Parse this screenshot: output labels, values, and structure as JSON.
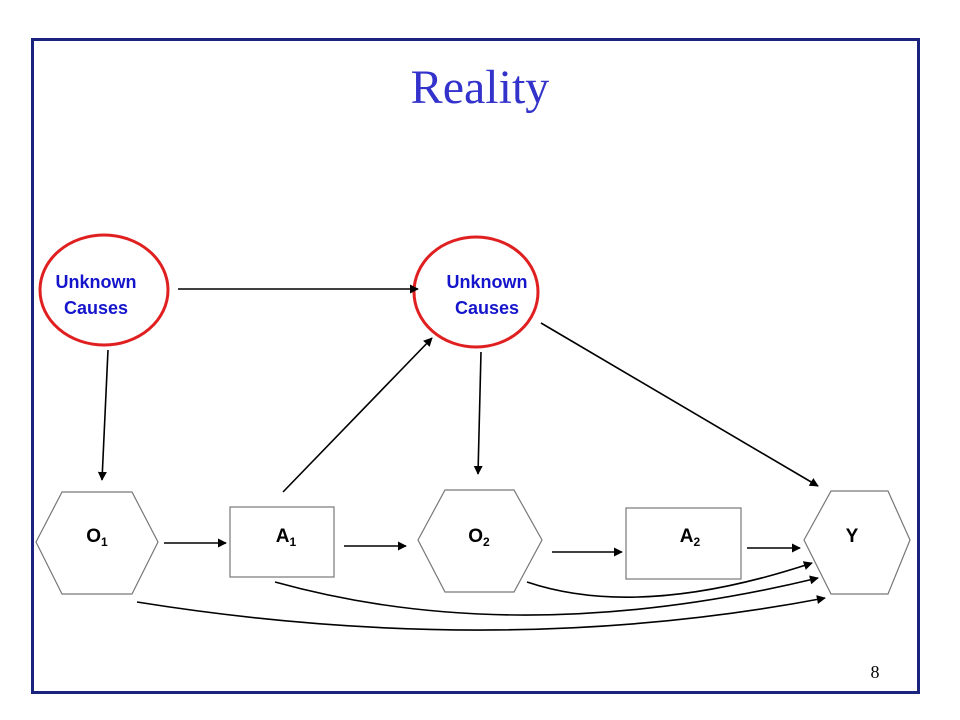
{
  "title": "Reality",
  "page_number": "8",
  "causes": [
    {
      "line1": "Unknown",
      "line2": "Causes"
    },
    {
      "line1": "Unknown",
      "line2": "Causes"
    }
  ],
  "nodes": {
    "o1": {
      "base": "O",
      "sub": "1"
    },
    "a1": {
      "base": "A",
      "sub": "1"
    },
    "o2": {
      "base": "O",
      "sub": "2"
    },
    "a2": {
      "base": "A",
      "sub": "2"
    },
    "y": {
      "base": "Y",
      "sub": ""
    }
  },
  "colors": {
    "title": "#3333cc",
    "frame": "#1a237e",
    "cause_outline": "#e02020",
    "cause_text": "#1515cc"
  }
}
